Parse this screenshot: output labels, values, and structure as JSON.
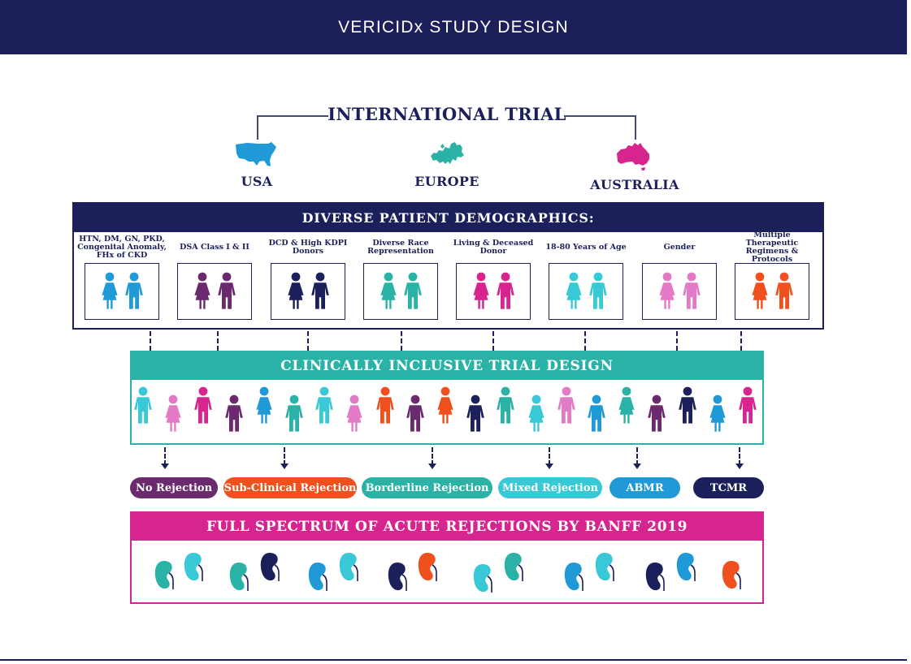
{
  "page": {
    "title": "VERICIDx STUDY DESIGN"
  },
  "international": {
    "title": "INTERNATIONAL TRIAL",
    "regions": [
      {
        "label": "USA",
        "icon": "usa-map-icon",
        "color": "#1f9ad6"
      },
      {
        "label": "EUROPE",
        "icon": "europe-map-icon",
        "color": "#2ab2a6"
      },
      {
        "label": "AUSTRALIA",
        "icon": "australia-map-icon",
        "color": "#d7258f"
      }
    ]
  },
  "demographics": {
    "title": "DIVERSE PATIENT DEMOGRAPHICS:",
    "items": [
      {
        "label": "HTN, DM, GN, PKD, Congenital Anomaly, FHx of CKD",
        "color": "#1f9ad6"
      },
      {
        "label": "DSA Class I & II",
        "color": "#6b2a6e"
      },
      {
        "label": "DCD & High KDPI Donors",
        "color": "#1b1f5a"
      },
      {
        "label": "Diverse Race Representation",
        "color": "#2ab2a6"
      },
      {
        "label": "Living & Deceased Donor",
        "color": "#d7258f"
      },
      {
        "label": "18-80 Years of Age",
        "color": "#38c8d6"
      },
      {
        "label": "Gender",
        "color": "#e27ac7"
      },
      {
        "label": "Multiple Therapeutic Regimens & Protocols",
        "color": "#f0501e"
      }
    ]
  },
  "inclusive": {
    "title": "CLINICALLY INCLUSIVE TRIAL DESIGN",
    "people": [
      {
        "color": "#38c8d6"
      },
      {
        "color": "#e27ac7"
      },
      {
        "color": "#d7258f"
      },
      {
        "color": "#6b2a6e"
      },
      {
        "color": "#1f9ad6"
      },
      {
        "color": "#2ab2a6"
      },
      {
        "color": "#38c8d6"
      },
      {
        "color": "#e27ac7"
      },
      {
        "color": "#f0501e"
      },
      {
        "color": "#6b2a6e"
      },
      {
        "color": "#f0501e"
      },
      {
        "color": "#1b1f5a"
      },
      {
        "color": "#2ab2a6"
      },
      {
        "color": "#38c8d6"
      },
      {
        "color": "#e27ac7"
      },
      {
        "color": "#1f9ad6"
      },
      {
        "color": "#2ab2a6"
      },
      {
        "color": "#6b2a6e"
      },
      {
        "color": "#1b1f5a"
      },
      {
        "color": "#1f9ad6"
      },
      {
        "color": "#d7258f"
      }
    ]
  },
  "rejections": [
    {
      "label": "No Rejection",
      "color": "#6b2a6e"
    },
    {
      "label": "Sub-Clinical Rejection",
      "color": "#f0501e"
    },
    {
      "label": "Borderline Rejection",
      "color": "#2ab2a6"
    },
    {
      "label": "Mixed Rejection",
      "color": "#38c8d6"
    },
    {
      "label": "ABMR",
      "color": "#1f9ad6"
    },
    {
      "label": "TCMR",
      "color": "#1b1f5a"
    }
  ],
  "banff": {
    "title": "FULL SPECTRUM OF ACUTE REJECTIONS BY BANFF 2019",
    "kidneys": [
      {
        "color": "#2ab2a6"
      },
      {
        "color": "#38c8d6"
      },
      {
        "color": "#2ab2a6"
      },
      {
        "color": "#1b1f5a"
      },
      {
        "color": "#1f9ad6"
      },
      {
        "color": "#38c8d6"
      },
      {
        "color": "#1b1f5a"
      },
      {
        "color": "#f0501e"
      },
      {
        "color": "#38c8d6"
      },
      {
        "color": "#2ab2a6"
      },
      {
        "color": "#1f9ad6"
      },
      {
        "color": "#38c8d6"
      },
      {
        "color": "#1b1f5a"
      },
      {
        "color": "#1f9ad6"
      },
      {
        "color": "#f0501e"
      }
    ]
  }
}
